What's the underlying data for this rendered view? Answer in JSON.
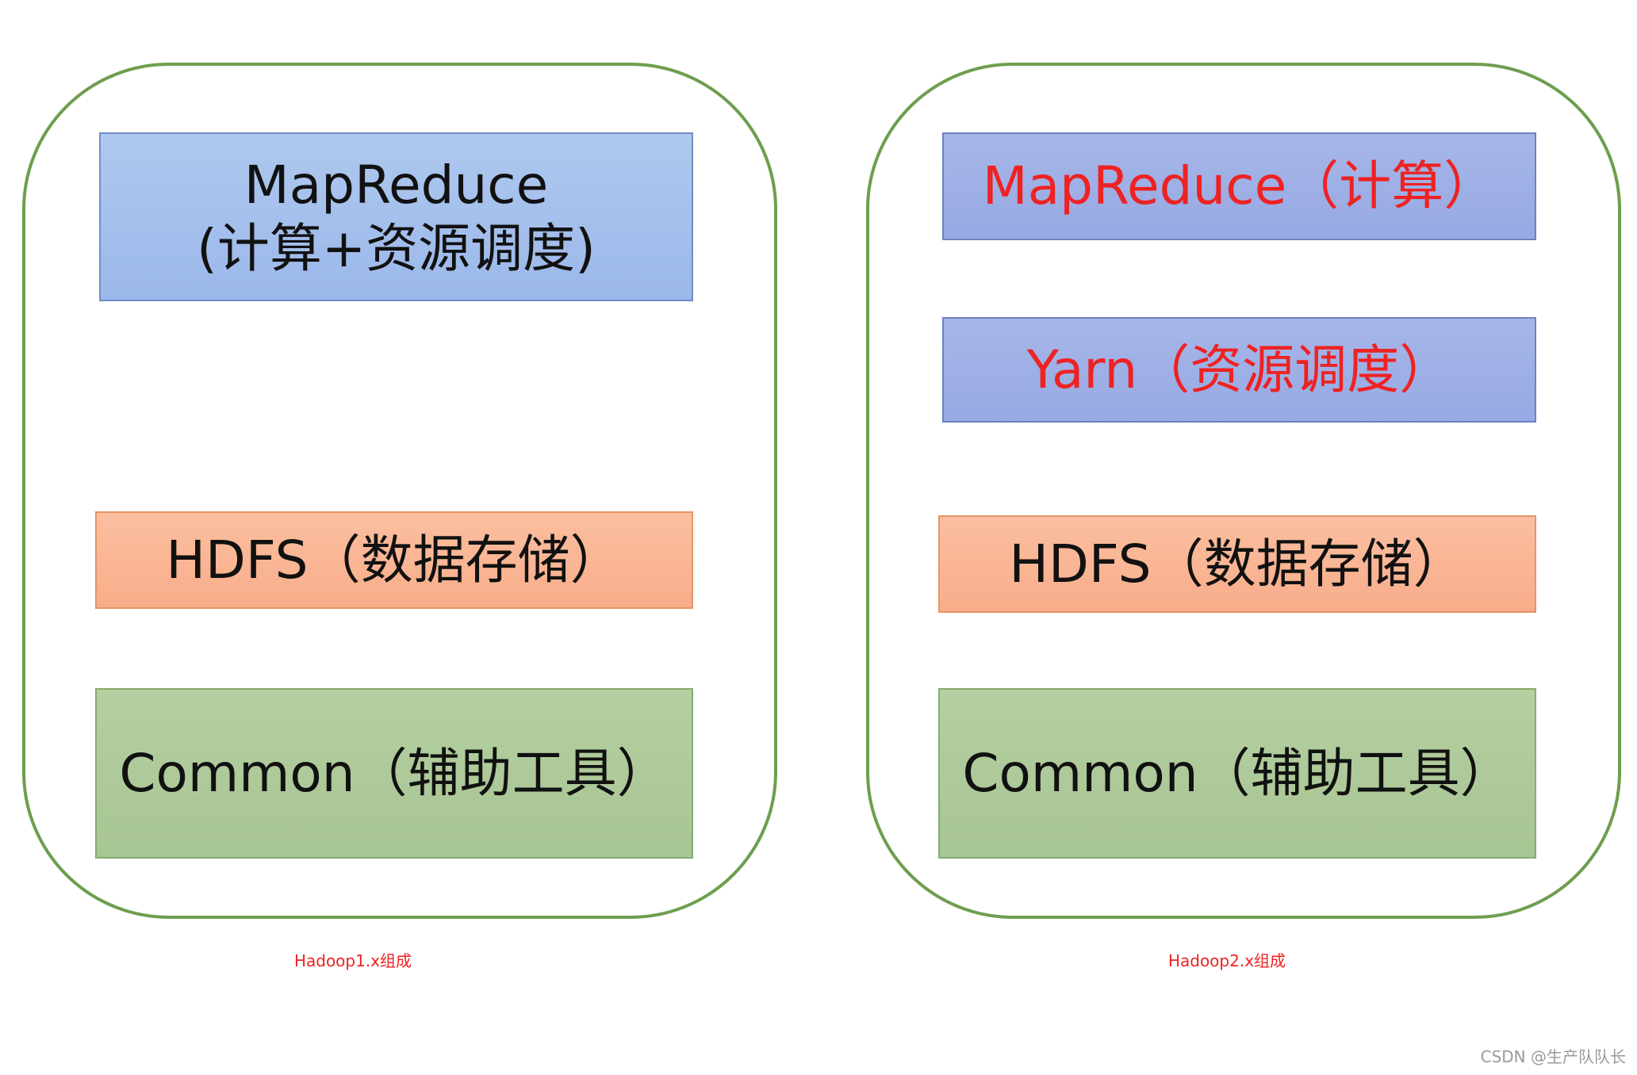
{
  "hadoop1": {
    "caption": "Hadoop1.x组成",
    "mapreduce": {
      "line1": "MapReduce",
      "line2": "(计算+资源调度)"
    },
    "hdfs": "HDFS（数据存储）",
    "common": "Common（辅助工具）"
  },
  "hadoop2": {
    "caption": "Hadoop2.x组成",
    "mapreduce": "MapReduce（计算）",
    "yarn": "Yarn（资源调度）",
    "hdfs": "HDFS（数据存储）",
    "common": "Common（辅助工具）"
  },
  "watermark": "CSDN @生产队队长",
  "colors": {
    "frame_border": "#6e9e4e",
    "mapreduce_fill": "#a6c3ec",
    "yarn_fill": "#9fb0e6",
    "hdfs_fill": "#f9b696",
    "common_fill": "#aecb9a",
    "highlight_text": "#ee2222"
  }
}
